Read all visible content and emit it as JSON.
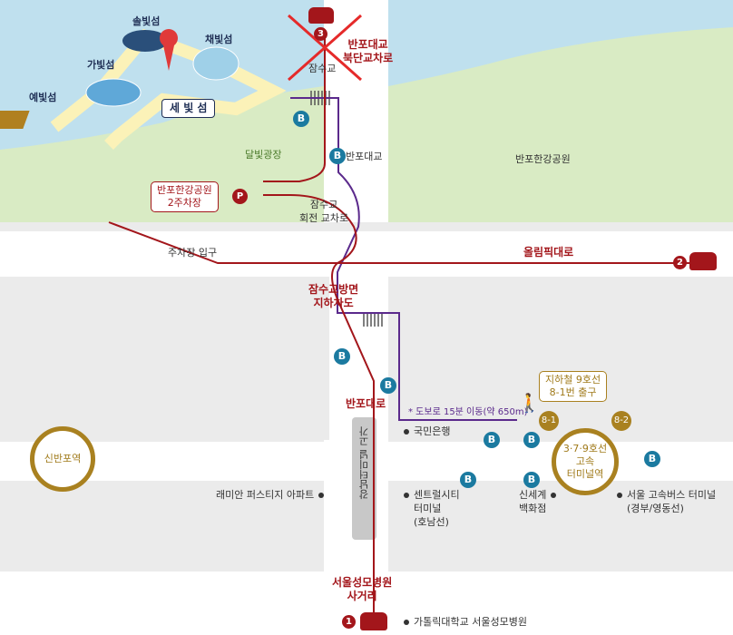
{
  "islands": {
    "solbit": "솔빛섬",
    "chaebit": "채빛섬",
    "gabit": "가빛섬",
    "yebit": "예빛섬",
    "sebit": "세 빛 섬"
  },
  "places": {
    "dalbit_plaza": "달빛광장",
    "hangang_park": "반포한강공원",
    "jamsu_bridge": "잠수교",
    "banpo_bridge": "반포대교",
    "rotary": [
      "잠수교",
      "회전 교차로"
    ],
    "parking_entrance": "주차장 입구",
    "olympic_road": "올림픽대로",
    "underpass": [
      "잠수교방면",
      "지하차도"
    ],
    "banpo_road": "반포대로",
    "overpass": "강남터미널 고가",
    "kookmin_bank": "국민은행",
    "raemian": "래미안 퍼스티지 아파트",
    "central_city": [
      "센트럴시티",
      "터미널",
      "(호남선)"
    ],
    "shinsegae": [
      "신세계",
      "백화점"
    ],
    "express_bus": [
      "서울 고속버스 터미널",
      "(경부/영동선)"
    ],
    "hospital_intersection": [
      "서울성모병원",
      "사거리"
    ],
    "catholic_univ": "가톨릭대학교 서울성모병원"
  },
  "route3": {
    "number": "3",
    "label": [
      "반포대교",
      "북단교차로"
    ],
    "status": "closed"
  },
  "route2": {
    "number": "2"
  },
  "route1": {
    "number": "1"
  },
  "parking": {
    "icon": "P",
    "label": [
      "반포한강공원",
      "2주차장"
    ]
  },
  "walk": {
    "text": "* 도보로 15분 이동(약 650m)"
  },
  "subway_exit_callout": [
    "지하철 9호선",
    "8-1번 출구"
  ],
  "exits": [
    "8-1",
    "8-2"
  ],
  "stations": {
    "sinbanpo": "신반포역",
    "terminal": [
      "3·7·9호선",
      "고속",
      "터미널역"
    ]
  },
  "bus_stop_icon": "B",
  "colors": {
    "water": "#bfe0ee",
    "park": "#d9ebc4",
    "route_car": "#a3161b",
    "route_walk": "#5b2a8c",
    "station": "#a98120",
    "bus": "#1b7aa0"
  }
}
